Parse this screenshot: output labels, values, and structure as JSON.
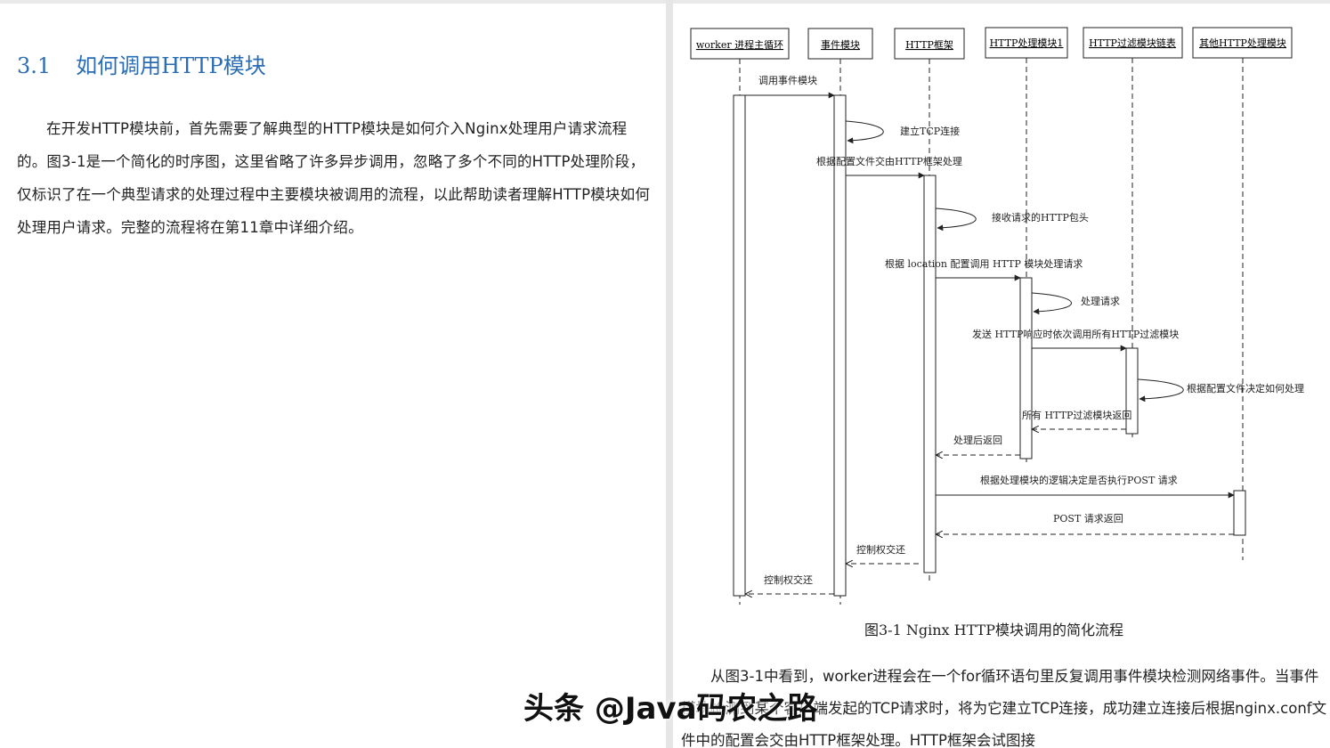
{
  "section": {
    "number": "3.1",
    "title": "如何调用HTTP模块"
  },
  "intro_paragraph": "在开发HTTP模块前，首先需要了解典型的HTTP模块是如何介入Nginx处理用户请求流程的。图3-1是一个简化的时序图，这里省略了许多异步调用，忽略了多个不同的HTTP处理阶段，仅标识了在一个典型请求的处理过程中主要模块被调用的流程，以此帮助读者理解HTTP模块如何处理用户请求。完整的流程将在第11章中详细介绍。",
  "diagram": {
    "participants": [
      "worker 进程主循环",
      "事件模块",
      "HTTP框架",
      "HTTP处理模块1",
      "HTTP过滤模块链表",
      "其他HTTP处理模块"
    ],
    "messages": [
      "调用事件模块",
      "建立TCP连接",
      "根据配置文件交由HTTP框架处理",
      "接收请求的HTTP包头",
      "根据 location 配置调用 HTTP 模块处理请求",
      "处理请求",
      "发送 HTTP响应时依次调用所有HTTP过滤模块",
      "根据配置文件决定如何处理",
      "所有  HTTP过滤模块返回",
      "处理后返回",
      "根据处理模块的逻辑决定是否执行POST 请求",
      "POST 请求返回",
      "控制权交还",
      "控制权交还"
    ]
  },
  "caption": "图3-1    Nginx HTTP模块调用的简化流程",
  "body_paragraph": "从图3-1中看到，worker进程会在一个for循环语句里反复调用事件模块检测网络事件。当事件模块检测到某个客户端发起的TCP请求时，将为它建立TCP连接，成功建立连接后根据nginx.conf文件中的配置会交由HTTP框架处理。HTTP框架会试图接",
  "watermark": "头条 @Java码农之路"
}
